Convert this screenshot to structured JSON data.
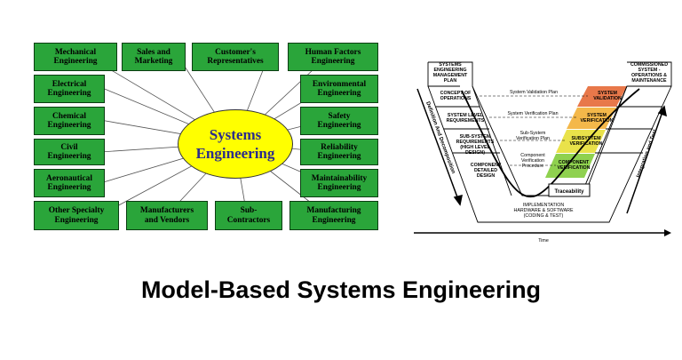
{
  "left": {
    "center": "Systems\nEngineering",
    "boxes": [
      "Mechanical\nEngineering",
      "Sales and\nMarketing",
      "Customer's\nRepresentatives",
      "Human Factors\nEngineering",
      "Electrical\nEngineering",
      "Environmental\nEngineering",
      "Chemical\nEngineering",
      "Safety\nEngineering",
      "Civil\nEngineering",
      "Reliability\nEngineering",
      "Aeronautical\nEngineering",
      "Maintainability\nEngineering",
      "Other Specialty\nEngineering",
      "Manufacturers\nand Vendors",
      "Sub-\nContractors",
      "Manufacturing\nEngineering"
    ]
  },
  "vmodel": {
    "top_left": "SYSTEMS\nENGINEERING\nMANAGEMENT\nPLAN",
    "top_right": "COMMISSIONED\nSYSTEM -\nOPERATIONS &\nMAINTENANCE",
    "left_steps": [
      "CONCEPT OF\nOPERATIONS",
      "SYSTEM LEVEL\nREQUIREMENTS",
      "SUB-SYSTEM\nREQUIREMENTS\n(HIGH LEVEL\nDESIGN)",
      "COMPONENT\nDETAILED\nDESIGN"
    ],
    "right_steps": [
      "SYSTEM\nVALIDATION",
      "SYSTEM\nVERIFICATION",
      "SUBSYSTEM\nVERIFICATION",
      "COMPONENT\nVERIFICATION"
    ],
    "plans": [
      "System Validation Plan",
      "System Verification Plan",
      "Sub-System\nVerification Plan",
      "Component\nVerification\nProcedure"
    ],
    "bottom": "IMPLEMENTATION\nHARDWARE & SOFTWARE\n(CODING & TEST)",
    "traceability": "Traceability",
    "left_arrow": "Definition And Decomposition",
    "right_arrow": "Integration and Test",
    "time": "Time",
    "colors": {
      "validation": "#e8784a",
      "system_ver": "#f4b84a",
      "subsystem_ver": "#e9e24a",
      "component_ver": "#8fd14f"
    }
  },
  "title": "Model-Based Systems Engineering"
}
